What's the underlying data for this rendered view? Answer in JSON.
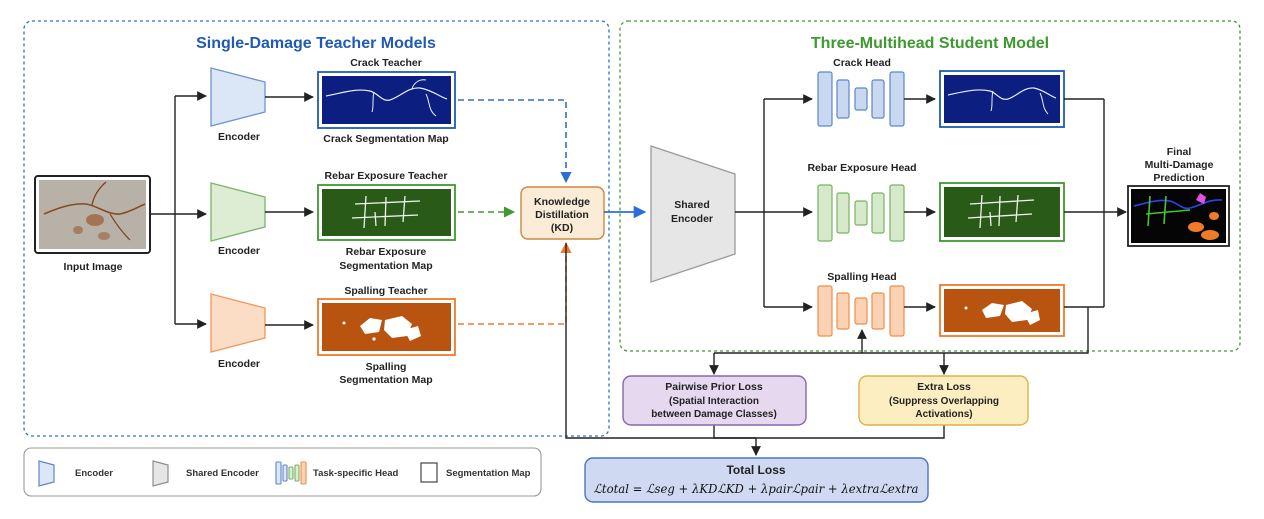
{
  "teachers": {
    "title": "Single-Damage Teacher Models",
    "encoder_label": "Encoder",
    "items": [
      {
        "teacher_label": "Crack Teacher",
        "map_label_lines": [
          "Crack Segmentation Map"
        ],
        "color": "#1f5bb5"
      },
      {
        "teacher_label": "Rebar Exposure Teacher",
        "map_label_lines": [
          "Rebar Exposure",
          "Segmentation Map"
        ],
        "color": "#3d9a2f"
      },
      {
        "teacher_label": "Spalling Teacher",
        "map_label_lines": [
          "Spalling",
          "Segmentation Map"
        ],
        "color": "#f07a2a"
      }
    ]
  },
  "input_label": "Input Image",
  "kd_lines": [
    "Knowledge",
    "Distillation",
    "(KD)"
  ],
  "student": {
    "title": "Three-Multihead Student Model",
    "shared_encoder_lines": [
      "Shared",
      "Encoder"
    ],
    "heads": [
      {
        "label": "Crack Head",
        "color": "#1f5bb5"
      },
      {
        "label": "Rebar Exposure Head",
        "color": "#3d9a2f"
      },
      {
        "label": "Spalling Head",
        "color": "#f07a2a"
      }
    ],
    "final_lines": [
      "Final",
      "Multi-Damage",
      "Prediction"
    ]
  },
  "losses": {
    "pairwise_lines": [
      "Pairwise Prior Loss",
      "(Spatial Interaction",
      "between Damage Classes)"
    ],
    "extra_lines": [
      "Extra Loss",
      "(Suppress Overlapping",
      "Activations)"
    ],
    "total_title": "Total Loss",
    "total_formula": "ℒtotal = ℒseg + λKDℒKD + λpairℒpair + λextraℒextra"
  },
  "legend": {
    "encoder": "Encoder",
    "shared_encoder": "Shared Encoder",
    "head": "Task-specific Head",
    "map": "Segmentation Map"
  },
  "colors": {
    "crack_map_bg": "#0c1f80",
    "rebar_map_bg": "#2a5a18",
    "spalling_map_bg": "#b85410",
    "encoder_blue_fill": "#dbe6f7",
    "encoder_green_fill": "#dcedd4",
    "encoder_orange_fill": "#fbdcc4",
    "shared_encoder_fill": "#e6e6e6",
    "kd_fill": "#fbecd8",
    "pairwise_fill": "#e6d8ef",
    "extra_fill": "#fdeec2",
    "total_fill": "#cfdaf2"
  }
}
